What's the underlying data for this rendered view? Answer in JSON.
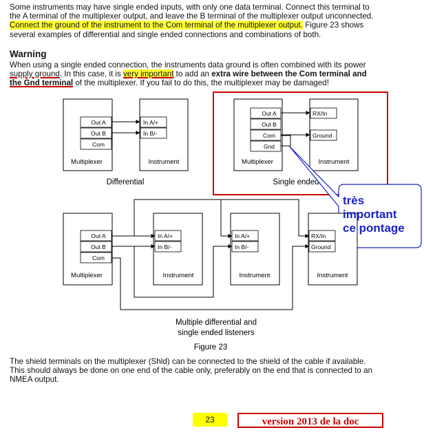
{
  "intro": {
    "line1": "Some instruments may have single ended inputs, with only one data terminal. Connect this terminal to",
    "line2": "the A terminal of the multiplexer output, and leave the B terminal of the multiplexer output unconnected.",
    "line3_highlight": "Connect the ground of the instrument to the Com terminal of the multiplexer output.",
    "line3_rest": " Figure 23 shows",
    "line4": "several examples of differential and single ended connections and combinations of both."
  },
  "warning": {
    "title": "Warning",
    "line1": "When using a single ended connection, the instruments data ground is often combined with its power",
    "line2_a": "supply ground",
    "line2_b": ". In this case, it is ",
    "line2_hl": "very important",
    "line2_c": " to add an ",
    "line2_bold": "extra wire between the Com terminal and",
    "line3_bold": "the Gnd terminal",
    "line3_rest": " of the multiplexer. If you fail to do this, the multiplexer may be damaged!"
  },
  "figure": {
    "diff": {
      "mux_label": "Multiplexer",
      "inst_label": "Instrument",
      "mux_terms": [
        "Out A",
        "Out B",
        "Com"
      ],
      "inst_terms": [
        "In A/+",
        "In B/-"
      ],
      "caption": "Differential"
    },
    "single": {
      "mux_label": "Multiplexer",
      "inst_label": "Instrument",
      "mux_terms": [
        "Out A",
        "Out B",
        "Com",
        "Gnd"
      ],
      "inst_terms": [
        "RX/In",
        "Ground"
      ],
      "caption": "Single ended"
    },
    "multi": {
      "mux_label": "Multiplexer",
      "inst_label": "Instrument",
      "mux_terms": [
        "Out A",
        "Out B",
        "Com"
      ],
      "inst_terms_diff": [
        "In A/+",
        "In B/-"
      ],
      "inst_terms_single": [
        "RX/In",
        "Ground"
      ],
      "caption_line1": "Multiple differential and",
      "caption_line2": "single ended listeners"
    },
    "figure_caption": "Figure 23"
  },
  "callout": {
    "line1": "très",
    "line2": "important",
    "line3": "ce pontage"
  },
  "shield": {
    "line1": "The shield terminals on the multiplexer (Shld) can be connected to the shield of the cable if available.",
    "line2": "This should always be done on one end of the cable only, preferably on the end that is connected to an",
    "line3": "NMEA output."
  },
  "footer": {
    "page_number": "23",
    "version": "version 2013 de la doc"
  },
  "colors": {
    "highlight": "#ffff33",
    "annotation_red": "#cc0000",
    "callout_blue": "#1a22c8"
  }
}
